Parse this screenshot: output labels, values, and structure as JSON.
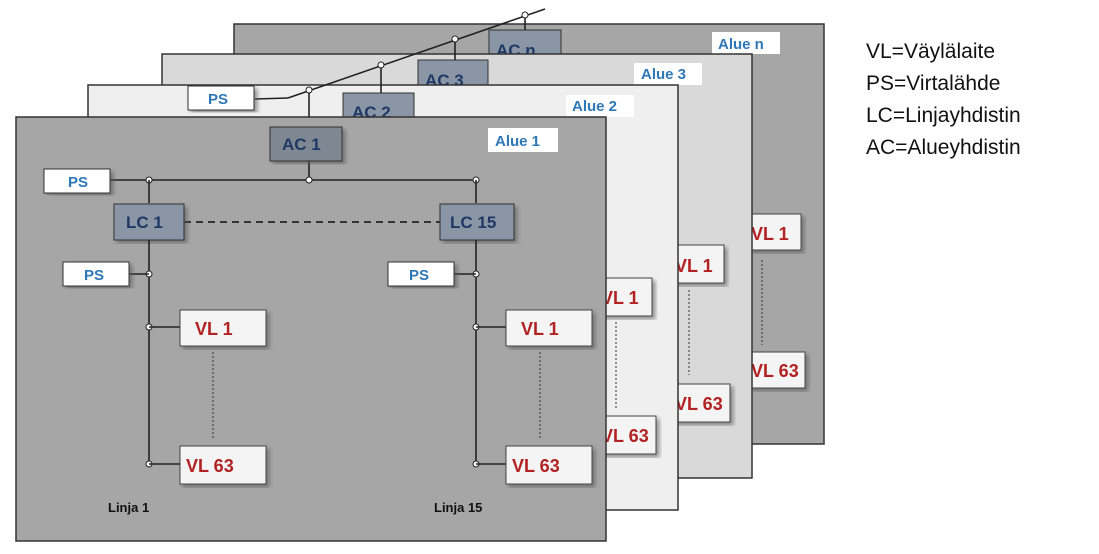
{
  "areas": {
    "area_n": "Alue n",
    "area_3": "Alue 3",
    "area_2": "Alue 2",
    "area_1": "Alue 1"
  },
  "couplers": {
    "ac_n": "AC n",
    "ac_3": "AC 3",
    "ac_2": "AC 2",
    "ac_1": "AC 1",
    "lc_1": "LC 1",
    "lc_15": "LC 15"
  },
  "power_supply": "PS",
  "devices": {
    "vl_first": "VL 1",
    "vl_last": "VL 63"
  },
  "lines": {
    "line_1": "Linja 1",
    "line_15": "Linja 15"
  },
  "legend": [
    "VL=Väylälaite",
    "PS=Virtalähde",
    "LC=Linjayhdistin",
    "AC=Alueyhdistin"
  ],
  "colors": {
    "panel_n": "#a6a6a6",
    "panel_3": "#d9d9d9",
    "panel_2": "#efefef",
    "panel_1": "#a6a6a6",
    "coupler_fill": "#8a96a6",
    "area_label": "#2e78b7",
    "device_label": "#b22222"
  }
}
